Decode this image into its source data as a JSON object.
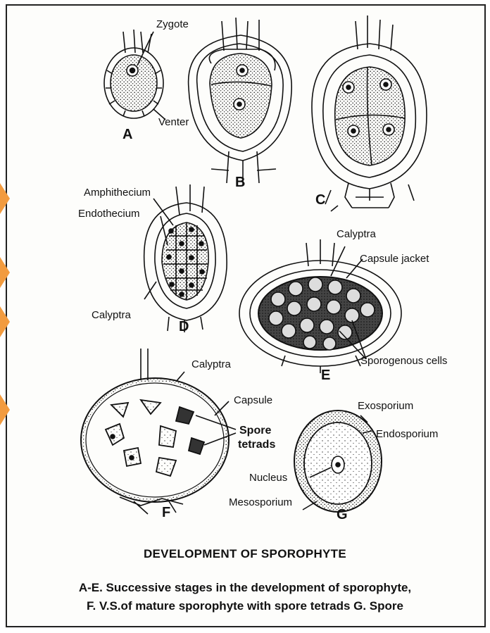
{
  "figure": {
    "heading": "DEVELOPMENT OF SPOROPHYTE",
    "caption_line1": "A-E. Successive stages in the development of sporophyte,",
    "caption_line2": "F. V.S.of mature sporophyte with spore tetrads G. Spore"
  },
  "stages": {
    "a": {
      "letter": "A",
      "labels": {
        "zygote": "Zygote",
        "venter": "Venter"
      }
    },
    "b": {
      "letter": "B"
    },
    "c": {
      "letter": "C"
    },
    "d": {
      "letter": "D",
      "labels": {
        "amphithecium": "Amphithecium",
        "endothecium": "Endothecium",
        "calyptra": "Calyptra"
      }
    },
    "e": {
      "letter": "E",
      "labels": {
        "calyptra": "Calyptra",
        "capsule_jacket": "Capsule jacket",
        "sporogenous_cells": "Sporogenous cells"
      }
    },
    "f": {
      "letter": "F",
      "labels": {
        "calyptra": "Calyptra",
        "capsule": "Capsule",
        "spore": "Spore",
        "tetrads": "tetrads"
      }
    },
    "g": {
      "letter": "G",
      "labels": {
        "exosporium": "Exosporium",
        "endosporium": "Endosporium",
        "nucleus": "Nucleus",
        "mesosporium": "Mesosporium"
      }
    }
  },
  "colors": {
    "ink": "#111111",
    "accent": "#f29b3f"
  }
}
